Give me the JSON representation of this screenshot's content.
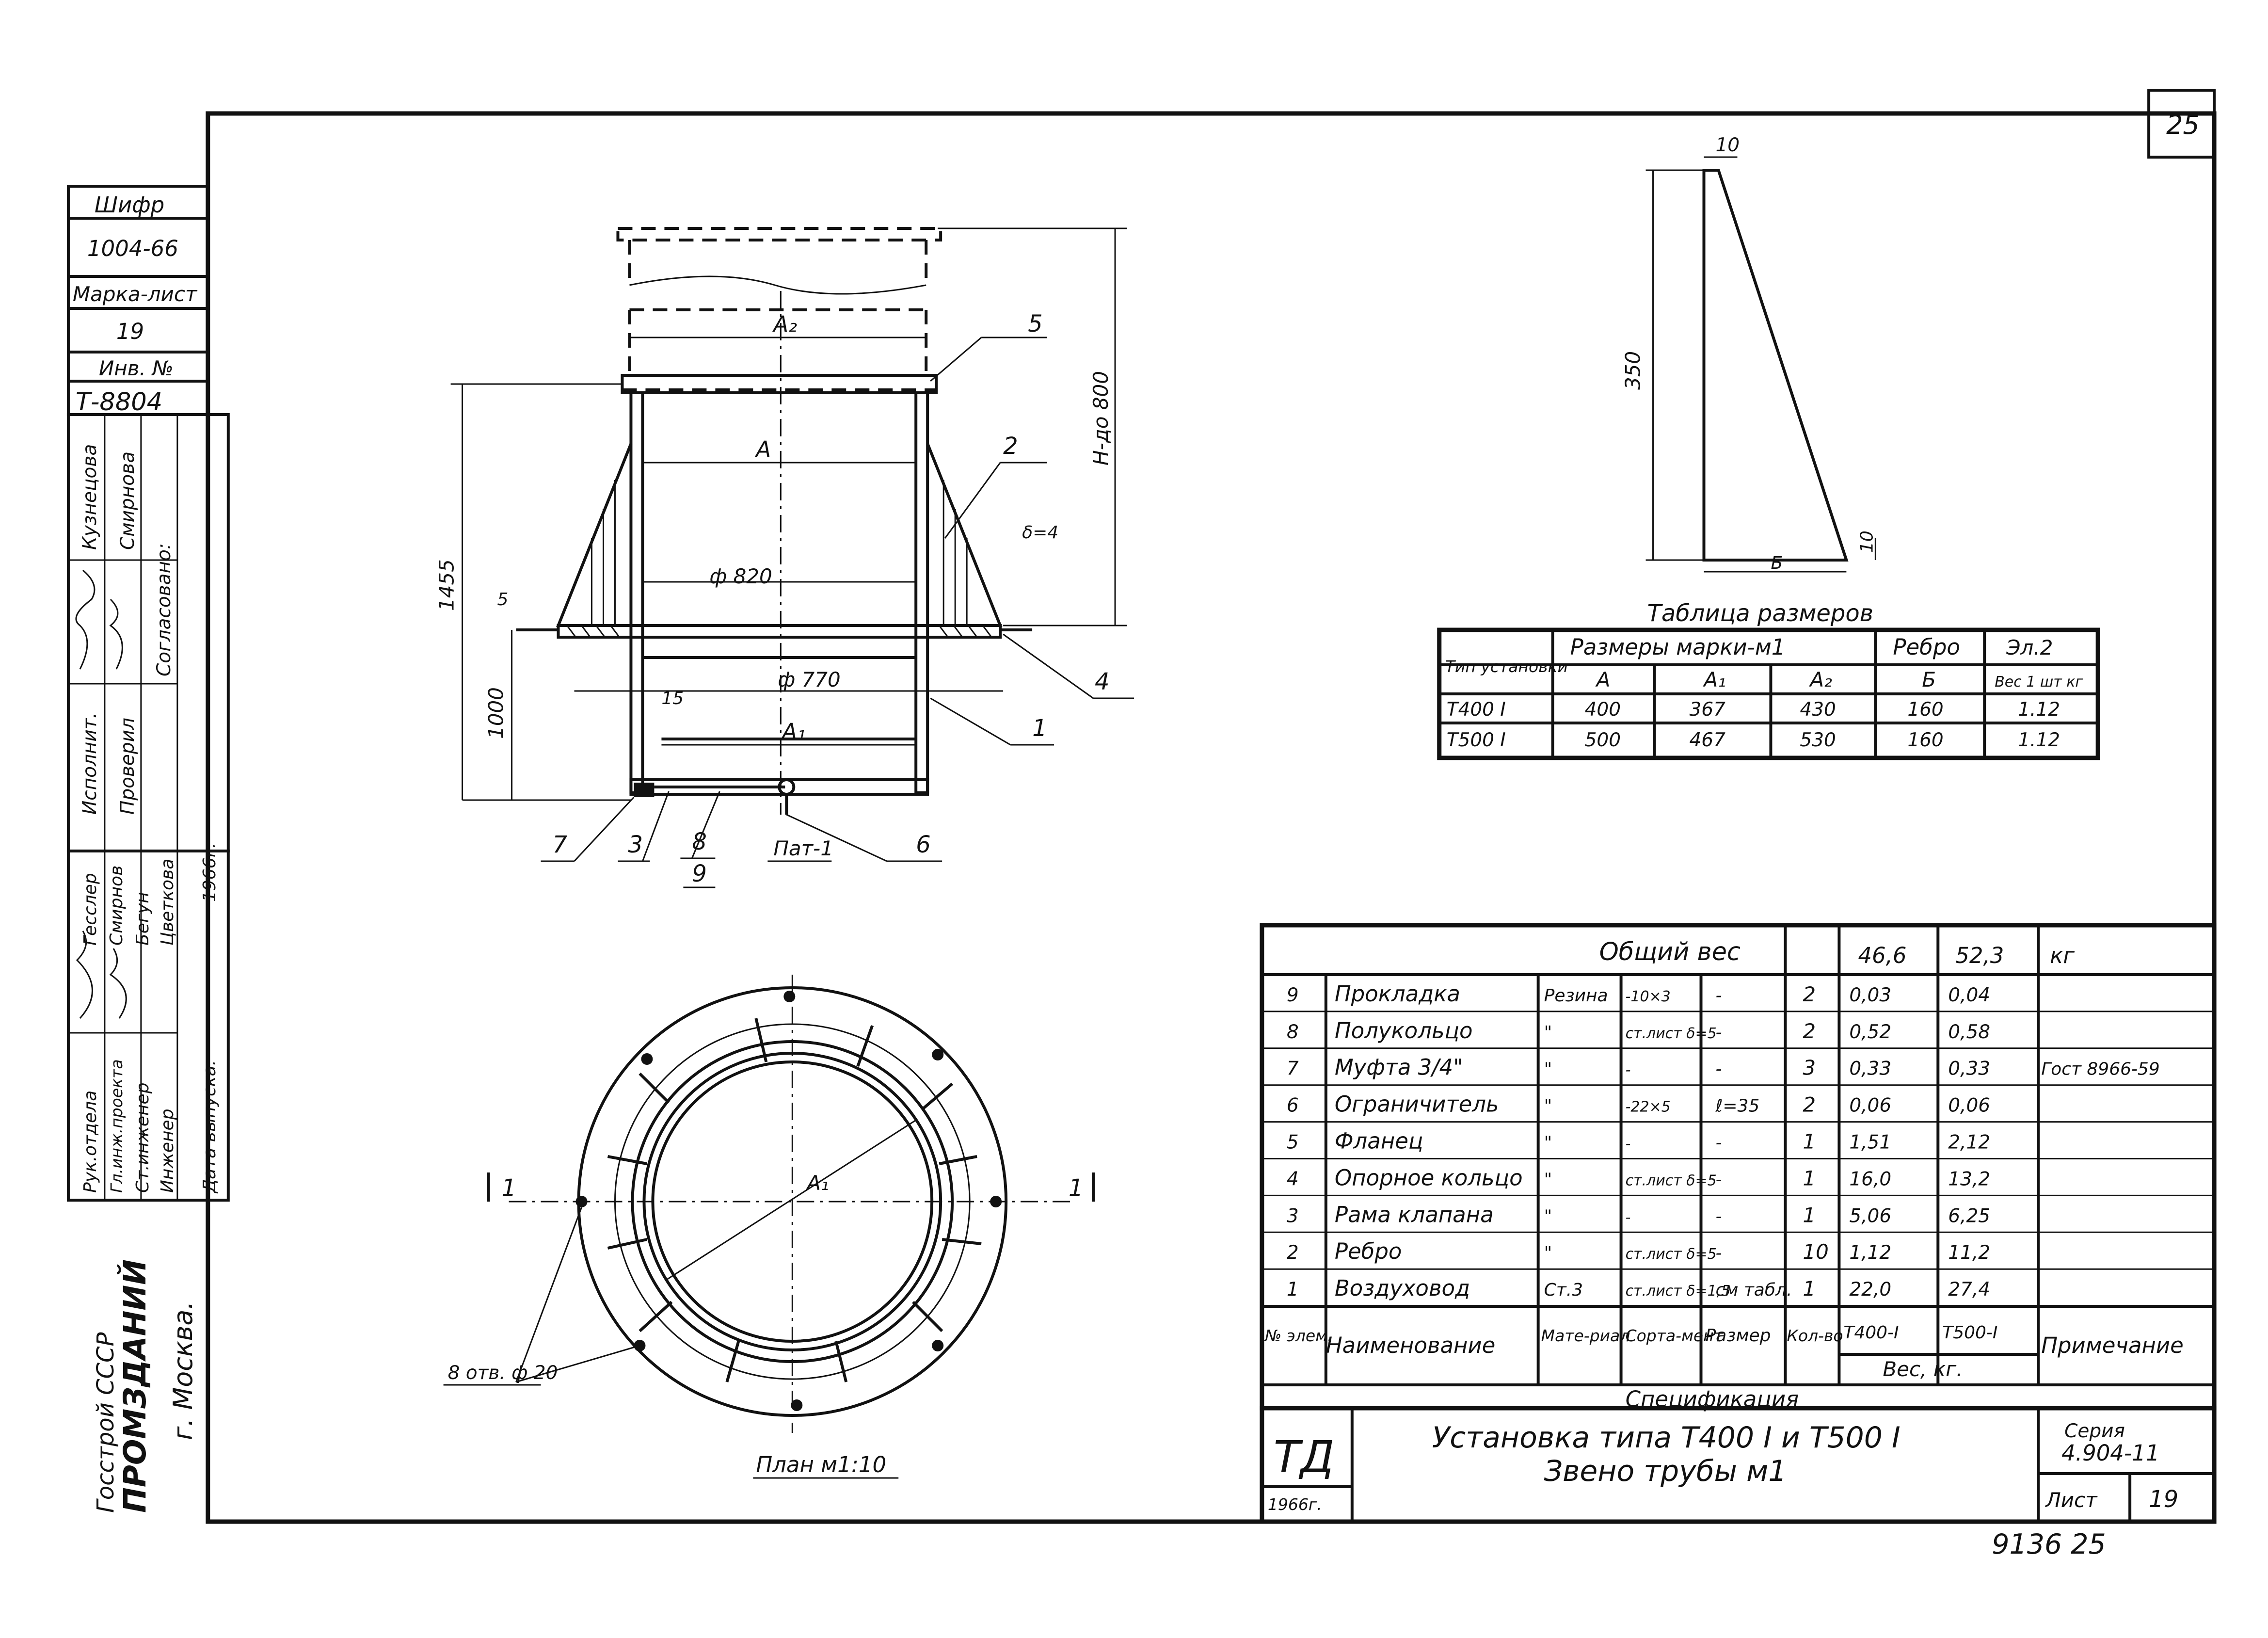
{
  "sheet": {
    "page_number": "25",
    "bottom_number": "9136  25"
  },
  "left_stamp": {
    "cipher_label": "Шифр",
    "cipher_value": "1004-66",
    "mark_label": "Марка-лист",
    "mark_value": "19",
    "inv_label": "Инв. №",
    "inv_value": "Т-8804",
    "col1": [
      "Исполнит.",
      "Проверил",
      "Согласовано:"
    ],
    "col2": [
      "Кузнецова",
      "Смирнова"
    ],
    "org_col": [
      "Рук.отдела",
      "Гл.инж.проекта",
      "Ст.инженер",
      "Инженер"
    ],
    "names_col": [
      "Гесслер",
      "Смирнов",
      "Бегун",
      "Цветкова"
    ],
    "date_label": "Дата выпуска:",
    "date_value": "1966г.",
    "org_name": "Госстрой СССР",
    "org_short": "ПРОМЗДАНИЙ",
    "city": "г. Москва."
  },
  "section_view": {
    "callouts": [
      "5",
      "2",
      "4",
      "1",
      "7",
      "3",
      "8",
      "9",
      "6"
    ],
    "section_label": "Пат-1",
    "dim_a2": "A₂",
    "dim_a": "A",
    "dim_a1": "A₁",
    "dim_phi820": "ф 820",
    "dim_phi770": "ф 770",
    "dim_15": "15",
    "dim_5": "5",
    "dim_thk": "δ=4",
    "dim_1455": "1455",
    "dim_1000": "1000",
    "dim_h800": "H-до 800"
  },
  "plan_view": {
    "label_a1": "A₁",
    "section_mark_left": "1",
    "section_mark_right": "1",
    "holes_label": "8 отв. ф 20",
    "caption": "План м1:10"
  },
  "rib_sketch": {
    "dim_top": "10",
    "dim_height": "350",
    "dim_bottom": "10",
    "dim_b": "Б"
  },
  "dims_table": {
    "title": "Таблица размеров",
    "h_type": "Тип установки",
    "h_sizes": "Размеры марки-м1",
    "h_rib": "Ребро",
    "h_el": "Эл.2",
    "h_a": "A",
    "h_a1": "A₁",
    "h_a2": "A₂",
    "h_b": "Б",
    "h_weight": "Вес 1 шт кг",
    "rows": [
      [
        "Т400 I",
        "400",
        "367",
        "430",
        "160",
        "1.12"
      ],
      [
        "Т500 I",
        "500",
        "467",
        "530",
        "160",
        "1.12"
      ]
    ]
  },
  "spec": {
    "total_label": "Общий вес",
    "total_t400": "46,6",
    "total_t500": "52,3",
    "total_unit": "кг",
    "rows": [
      [
        "9",
        "Прокладка",
        "Резина",
        "-10×3",
        "-",
        "2",
        "0,03",
        "0,04",
        ""
      ],
      [
        "8",
        "Полукольцо",
        "\"",
        "ст.лист δ=5",
        "-",
        "2",
        "0,52",
        "0,58",
        ""
      ],
      [
        "7",
        "Муфта 3/4\"",
        "\"",
        "-",
        "-",
        "3",
        "0,33",
        "0,33",
        "Гост 8966-59"
      ],
      [
        "6",
        "Ограничитель",
        "\"",
        "-22×5",
        "ℓ=35",
        "2",
        "0,06",
        "0,06",
        ""
      ],
      [
        "5",
        "Фланец",
        "\"",
        "-",
        "-",
        "1",
        "1,51",
        "2,12",
        ""
      ],
      [
        "4",
        "Опорное кольцо",
        "\"",
        "ст.лист δ=5",
        "-",
        "1",
        "16,0",
        "13,2",
        ""
      ],
      [
        "3",
        "Рама клапана",
        "\"",
        "-",
        "-",
        "1",
        "5,06",
        "6,25",
        ""
      ],
      [
        "2",
        "Ребро",
        "\"",
        "ст.лист δ=5",
        "-",
        "10",
        "1,12",
        "11,2",
        ""
      ],
      [
        "1",
        "Воздуховод",
        "Ст.3",
        "ст.лист δ=1,5",
        "см табл.",
        "1",
        "22,0",
        "27,4",
        ""
      ]
    ],
    "h_no": "№ элем.",
    "h_name": "Наименование",
    "h_material": "Мате-риал",
    "h_sortament": "Сорта-мент",
    "h_size": "Размер",
    "h_qty": "Кол-во",
    "h_t400": "Т400-I",
    "h_t500": "Т500-I",
    "h_weight": "Вес, кг.",
    "h_note": "Примечание",
    "caption": "Спецификация"
  },
  "title_block": {
    "logo": "ТД",
    "year": "1966г.",
    "title_line1": "Установка типа Т400 I и Т500 I",
    "title_line2": "Звено трубы м1",
    "series_label": "Серия",
    "series_value": "4.904-11",
    "sheet_label": "Лист",
    "sheet_value": "19"
  }
}
